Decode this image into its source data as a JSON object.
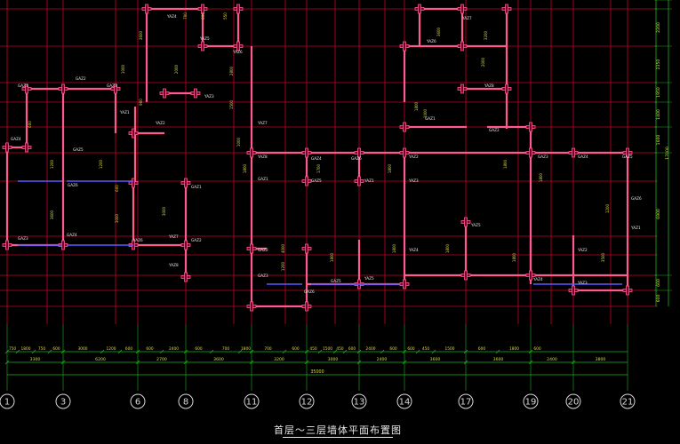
{
  "title": "首层～三层墙体平面布置图",
  "axes": {
    "labels": [
      "1",
      "3",
      "6",
      "8",
      "11",
      "12",
      "13",
      "14",
      "17",
      "19",
      "20",
      "21"
    ],
    "bubble_color": "#d8d8d8"
  },
  "dims": {
    "row1": [
      "750",
      "1800",
      "750",
      "600",
      "3000",
      "1200",
      "600",
      "600",
      "2400",
      "600",
      "700",
      "1800",
      "700",
      "600",
      "450",
      "1500",
      "450",
      "600",
      "2400",
      "600",
      "600",
      "450",
      "1500",
      "600",
      "1800",
      "600"
    ],
    "row2": [
      "3300",
      "6200",
      "2700",
      "3600",
      "3200",
      "3000",
      "2400",
      "3600",
      "3600",
      "2400",
      "3800"
    ],
    "total": "35000"
  },
  "right_dims": [
    "2200",
    "2350",
    "1950",
    "1400",
    "1600",
    "17000",
    "6900",
    "600",
    "600"
  ],
  "wall_tags": [
    "GAZ1",
    "GAZ2",
    "GAZ3",
    "GAZ4",
    "GAZ5",
    "GAZ6",
    "YAZ1",
    "YAZ2",
    "YAZ3",
    "YAZ4",
    "YAZ5",
    "YAZ6",
    "YAZ7",
    "YAZ8"
  ],
  "colors": {
    "background": "#000000",
    "grid": "#c8002a",
    "wall": "#ff5a8c",
    "wall_fill": "#7a0030",
    "dim": "#1db41d",
    "dim_text": "#dcdc3c",
    "label": "#e6e6e6",
    "beam": "#5a5aff"
  }
}
